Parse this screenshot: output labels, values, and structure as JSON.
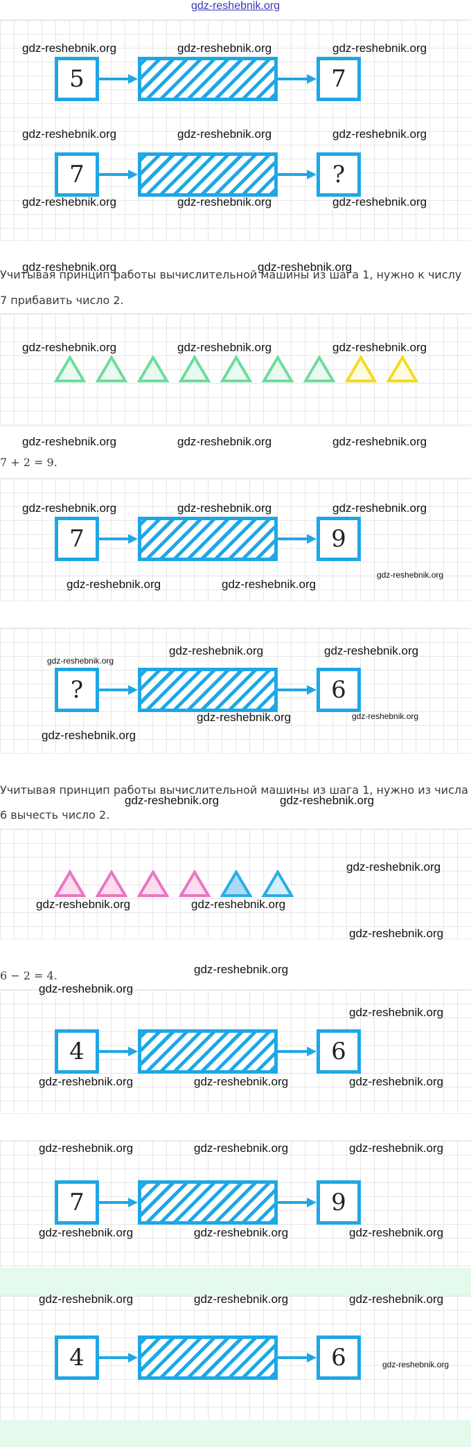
{
  "watermark": "gdz-reshebnik.org",
  "colors": {
    "box": "#1ea7e6",
    "green": "#6ddc9c",
    "yellow": "#f2dc1f",
    "pink": "#ec74c2",
    "blue": "#2aace6"
  },
  "diagrams": {
    "d1": {
      "input": "5",
      "output": "7"
    },
    "d2": {
      "input": "7",
      "output": "?"
    },
    "d3": {
      "input": "7",
      "output": "9"
    },
    "d4": {
      "input": "?",
      "output": "6"
    },
    "d5": {
      "input": "4",
      "output": "6"
    },
    "d6": {
      "input": "7",
      "output": "9"
    },
    "d7": {
      "input": "4",
      "output": "6"
    }
  },
  "texts": {
    "explanation1_line1": "Учитывая принцип работы вычислительной машины из шага 1, нужно к числу",
    "explanation1_line2": "7 прибавить число 2.",
    "equation1": "7 + 2 = 9.",
    "explanation2_line1": "Учитывая принцип работы вычислительной машины из шага 1, нужно из числа",
    "explanation2_line2": "6 вычесть число 2.",
    "equation2": "6 − 2 = 4."
  },
  "triangles_add": {
    "green_count": 7,
    "yellow_count": 2
  },
  "triangles_sub": {
    "pink_count": 4,
    "blue_count": 2
  }
}
